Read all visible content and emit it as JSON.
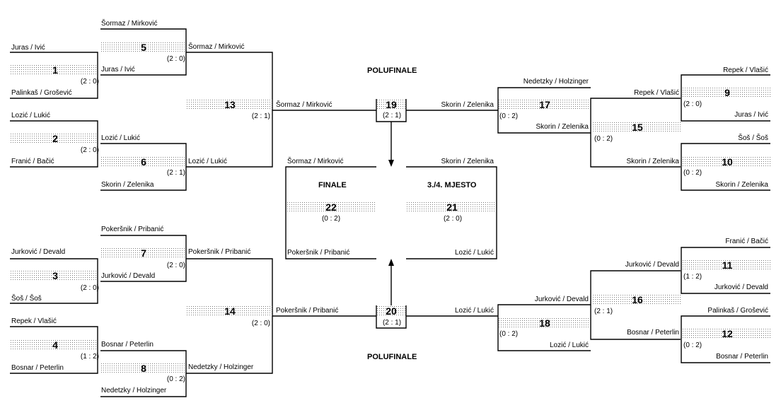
{
  "labels": {
    "semifinal_top": "POLUFINALE",
    "semifinal_bottom": "POLUFINALE",
    "final": "FINALE",
    "third_place": "3./4. MJESTO"
  },
  "matches": [
    {
      "id": "m1",
      "num": "1",
      "score": "(2 : 0)",
      "team_a": "Juras / Ivić",
      "team_b": "Palinkaš / Grošević"
    },
    {
      "id": "m2",
      "num": "2",
      "score": "(2 : 0)",
      "team_a": "Lozić / Lukić",
      "team_b": "Franić / Bačić"
    },
    {
      "id": "m3",
      "num": "3",
      "score": "(2 : 0)",
      "team_a": "Jurković / Devald",
      "team_b": "Šoš / Šoš"
    },
    {
      "id": "m4",
      "num": "4",
      "score": "(1 : 2)",
      "team_a": "Repek / Vlašić",
      "team_b": "Bosnar / Peterlin"
    },
    {
      "id": "m5",
      "num": "5",
      "score": "(2 : 0)",
      "team_a": "Šormaz / Mirković",
      "team_b": "Juras / Ivić"
    },
    {
      "id": "m6",
      "num": "6",
      "score": "(2 : 1)",
      "team_a": "Lozić / Lukić",
      "team_b": "Skorin / Zelenika"
    },
    {
      "id": "m7",
      "num": "7",
      "score": "(2 : 0)",
      "team_a": "Pokeršnik / Pribanić",
      "team_b": "Jurković / Devald"
    },
    {
      "id": "m8",
      "num": "8",
      "score": "(0 : 2)",
      "team_a": "Bosnar / Peterlin",
      "team_b": "Nedetzky / Holzinger"
    },
    {
      "id": "m9",
      "num": "9",
      "score": "(2 : 0)",
      "team_a": "Repek / Vlašić",
      "team_b": "Juras / Ivić"
    },
    {
      "id": "m10",
      "num": "10",
      "score": "(0 : 2)",
      "team_a": "Šoš / Šoš",
      "team_b": "Skorin / Zelenika"
    },
    {
      "id": "m11",
      "num": "11",
      "score": "(1 : 2)",
      "team_a": "Franić / Bačić",
      "team_b": "Jurković / Devald"
    },
    {
      "id": "m12",
      "num": "12",
      "score": "(0 : 2)",
      "team_a": "Palinkaš / Grošević",
      "team_b": "Bosnar / Peterlin"
    },
    {
      "id": "m13",
      "num": "13",
      "score": "(2 : 1)",
      "team_a": "Šormaz / Mirković",
      "team_b": "Lozić / Lukić"
    },
    {
      "id": "m14",
      "num": "14",
      "score": "(2 : 0)",
      "team_a": "Pokeršnik / Pribanić",
      "team_b": "Nedetzky / Holzinger"
    },
    {
      "id": "m15",
      "num": "15",
      "score": "(0 : 2)",
      "team_a": "Repek / Vlašić",
      "team_b": "Skorin / Zelenika"
    },
    {
      "id": "m16",
      "num": "16",
      "score": "(2 : 1)",
      "team_a": "Jurković / Devald",
      "team_b": "Bosnar / Peterlin"
    },
    {
      "id": "m17",
      "num": "17",
      "score": "(0 : 2)",
      "team_a": "Nedetzky / Holzinger",
      "team_b": "Skorin / Zelenika"
    },
    {
      "id": "m18",
      "num": "18",
      "score": "(0 : 2)",
      "team_a": "Jurković / Devald",
      "team_b": "Lozić / Lukić"
    },
    {
      "id": "m19",
      "num": "19",
      "score": "(2 : 1)",
      "team_a": "Šormaz / Mirković",
      "team_b": "Skorin / Zelenika"
    },
    {
      "id": "m20",
      "num": "20",
      "score": "(2 : 1)",
      "team_a": "Pokeršnik / Pribanić",
      "team_b": "Lozić / Lukić"
    },
    {
      "id": "m21",
      "num": "21",
      "score": "(2 : 0)",
      "team_a": "Skorin / Zelenika",
      "team_b": "Lozić / Lukić"
    },
    {
      "id": "m22",
      "num": "22",
      "score": "(0 : 2)",
      "team_a": "Šormaz / Mirković",
      "team_b": "Pokeršnik / Pribanić"
    }
  ]
}
